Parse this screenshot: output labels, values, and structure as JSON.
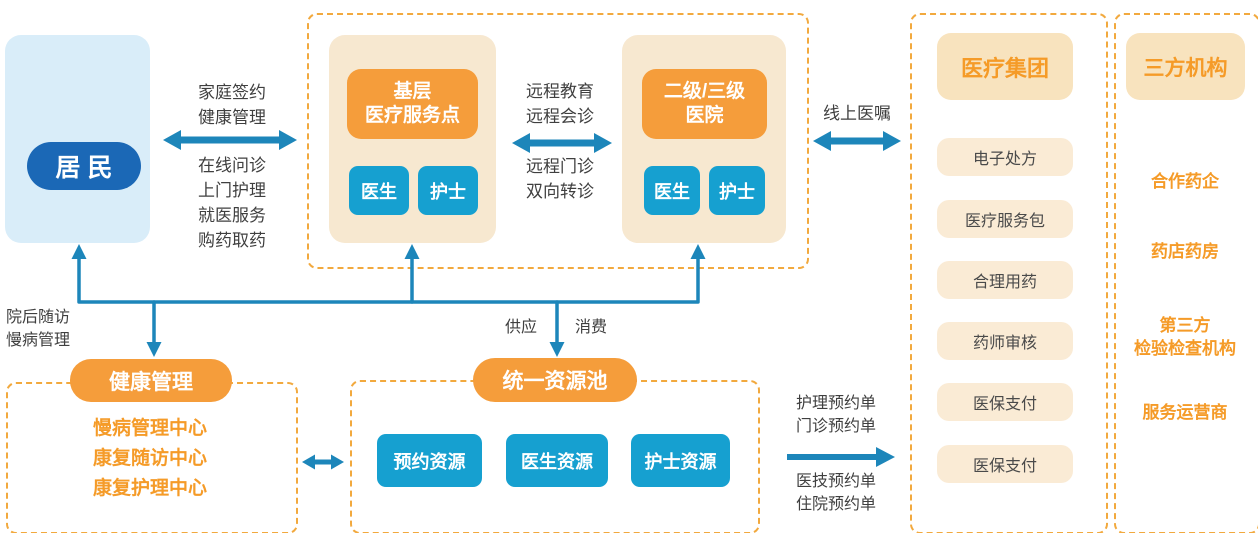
{
  "colors": {
    "accent_orange": "#F59D3B",
    "dashed_border": "#F2A93E",
    "arrow_blue": "#1D86BA",
    "button_blue": "#16A0D0",
    "resident_pill_blue": "#1B68B6",
    "resident_bg_blue": "#D9EDF9",
    "cream": "#F7E8D0",
    "orange_text": "#F59B28",
    "label_text": "#3F3F3F"
  },
  "resident": {
    "label": "居 民"
  },
  "network": {
    "primary": {
      "title": [
        "基层",
        "医疗服务点"
      ],
      "staff": [
        "医生",
        "护士"
      ]
    },
    "hospital": {
      "title": [
        "二级/三级",
        "医院"
      ],
      "staff": [
        "医生",
        "护士"
      ]
    }
  },
  "medical_group": {
    "title": "医疗集团",
    "items": [
      "电子处方",
      "医疗服务包",
      "合理用药",
      "药师审核",
      "医保支付",
      "医保支付"
    ]
  },
  "third_party": {
    "title": "三方机构",
    "items": [
      [
        "合作药企"
      ],
      [
        "药店药房"
      ],
      [
        "第三方",
        "检验检查机构"
      ],
      [
        "服务运营商"
      ]
    ]
  },
  "health_mgmt": {
    "title": "健康管理",
    "items": [
      "慢病管理中心",
      "康复随访中心",
      "康复护理中心"
    ]
  },
  "resource_pool": {
    "title": "统一资源池",
    "items": [
      "预约资源",
      "医生资源",
      "护士资源"
    ]
  },
  "arrow_labels": {
    "family": [
      "家庭签约",
      "健康管理"
    ],
    "online_services": [
      "在线问诊",
      "上门护理",
      "就医服务",
      "购药取药"
    ],
    "remote_edu": [
      "远程教育",
      "远程会诊"
    ],
    "remote_clinic": [
      "远程门诊",
      "双向转诊"
    ],
    "online_order": "线上医嘱",
    "followup": [
      "院后随访",
      "慢病管理"
    ],
    "supply": "供应",
    "consume": "消费",
    "booking_top": [
      "护理预约单",
      "门诊预约单"
    ],
    "booking_bottom": [
      "医技预约单",
      "住院预约单"
    ]
  }
}
